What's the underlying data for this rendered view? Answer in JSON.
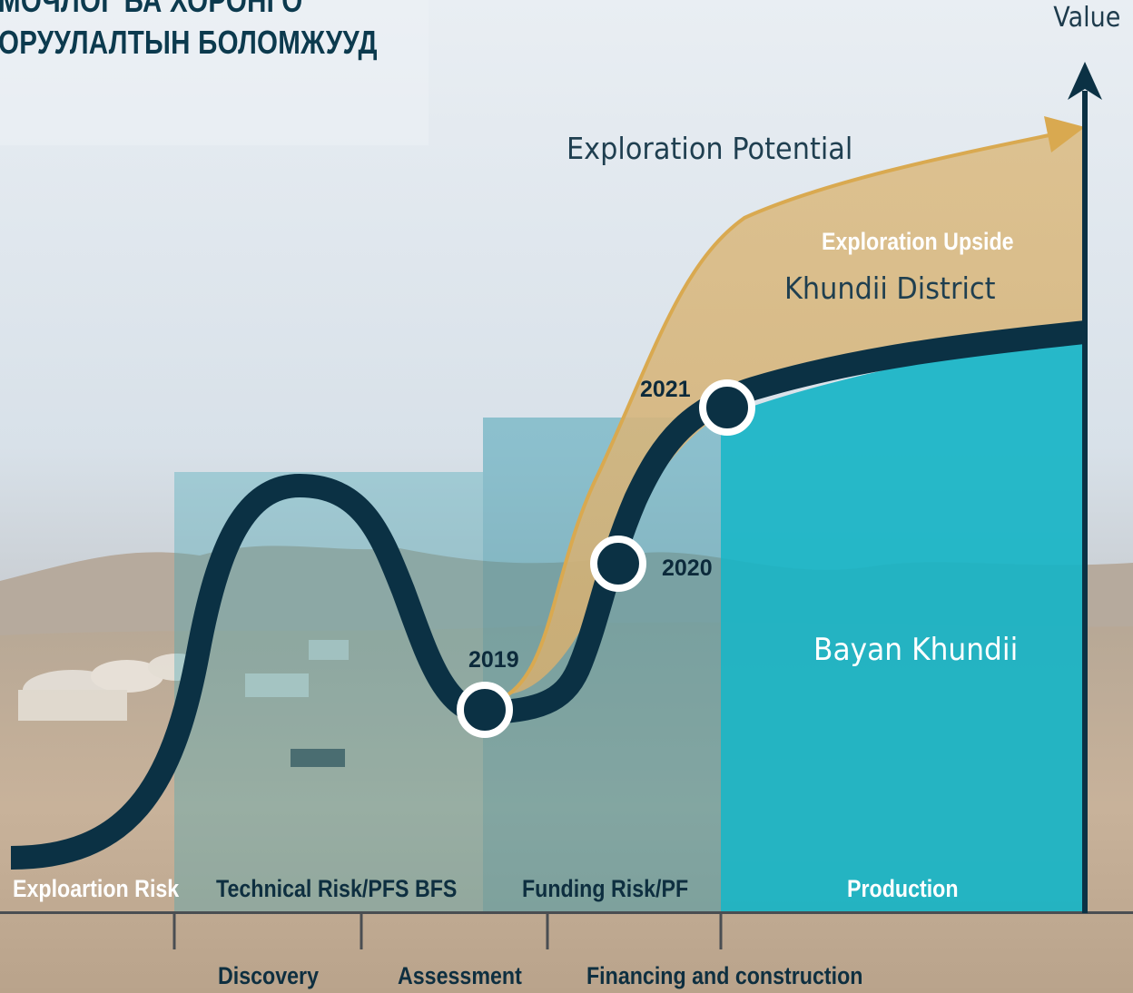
{
  "title": {
    "line1": "МОЧЛОГ БА ХОРОНГО",
    "line2": "ОРУУЛАЛТЫН БОЛОМЖУУД"
  },
  "axis": {
    "y_label": "Value"
  },
  "labels": {
    "exploration_potential": "Exploration Potential",
    "exploration_upside": "Exploration Upside",
    "khundii_district": "Khundii District",
    "bayan_khundii": "Bayan Khundii"
  },
  "milestones": [
    {
      "year": "2019"
    },
    {
      "year": "2020"
    },
    {
      "year": "2021"
    }
  ],
  "risk_bands": [
    {
      "label": "Exploartion Risk"
    },
    {
      "label": "Technical Risk/PFS BFS"
    },
    {
      "label": "Funding Risk/PF"
    },
    {
      "label": "Production"
    }
  ],
  "stages": [
    {
      "label": "Discovery"
    },
    {
      "label": "Assessment"
    },
    {
      "label": "Financing and construction"
    }
  ],
  "colors": {
    "curve": "#0b3144",
    "upside_fill": "#d8b77b",
    "upside_arrow": "#d9a950",
    "production_fill": "#18b5c6",
    "band_fill": "#3fa7b5",
    "axis": "#0b3144"
  }
}
